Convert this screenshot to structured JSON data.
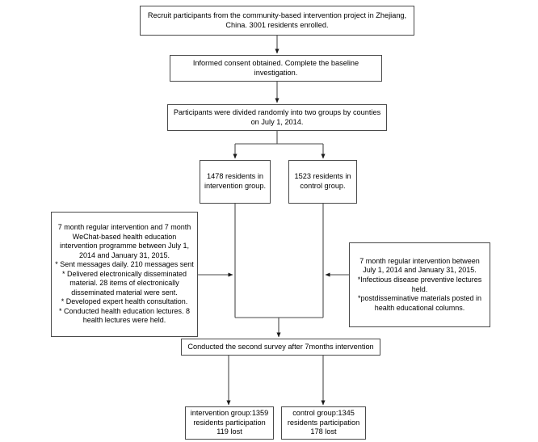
{
  "diagram": {
    "title": "Study participant flow diagram",
    "type": "flowchart",
    "stroke_color": "#4a4a4a",
    "background_color": "#ffffff",
    "text_color": "#000000"
  },
  "nodes": {
    "recruit": "Recruit participants from the community-based intervention project in Zhejiang, China. 3001 residents enrolled.",
    "consent": "Informed consent obtained. Complete the baseline investigation.",
    "divided": "Participants were divided randomly into two groups by counties on July 1, 2014.",
    "group_intervention": "1478 residents in intervention group.",
    "group_control": "1523 residents in control group.",
    "arm_intervention": "7 month regular intervention and 7 month WeChat-based health education intervention programme between July 1, 2014 and January 31, 2015.\n* Sent messages daily. 210 messages sent\n* Delivered electronically disseminated material. 28 items of electronically disseminated material were sent.\n* Developed expert health consultation.\n* Conducted health education lectures. 8 health lectures were held.",
    "arm_control": "7 month regular intervention between July 1, 2014 and January 31, 2015.\n*Infectious disease preventive lectures held.\n*postdisseminative materials posted in health educational columns.",
    "survey": "Conducted the second survey after 7months intervention",
    "outcome_intervention": "intervention group:1359 residents participation 119 lost",
    "outcome_control": "control group:1345 residents participation 178 lost"
  },
  "edges": [
    {
      "name": "recruit-to-consent",
      "from": "recruit",
      "to": "consent",
      "arrow": true
    },
    {
      "name": "consent-to-divided",
      "from": "consent",
      "to": "divided",
      "arrow": true
    },
    {
      "name": "divided-to-group-intervention",
      "from": "divided",
      "to": "group_intervention",
      "arrow": true
    },
    {
      "name": "divided-to-group-control",
      "from": "divided",
      "to": "group_control",
      "arrow": true
    },
    {
      "name": "arm-intervention-to-spine",
      "from": "arm_intervention",
      "to": "spine",
      "arrow": true
    },
    {
      "name": "arm-control-to-spine",
      "from": "arm_control",
      "to": "spine",
      "arrow": true
    },
    {
      "name": "spine-to-survey",
      "from": "group_intervention",
      "to": "survey",
      "arrow": true
    },
    {
      "name": "control-spine-to-survey",
      "from": "group_control",
      "to": "survey",
      "arrow": true
    },
    {
      "name": "survey-to-outcome-intervention",
      "from": "survey",
      "to": "outcome_intervention",
      "arrow": true
    },
    {
      "name": "survey-to-outcome-control",
      "from": "survey",
      "to": "outcome_control",
      "arrow": true
    }
  ]
}
